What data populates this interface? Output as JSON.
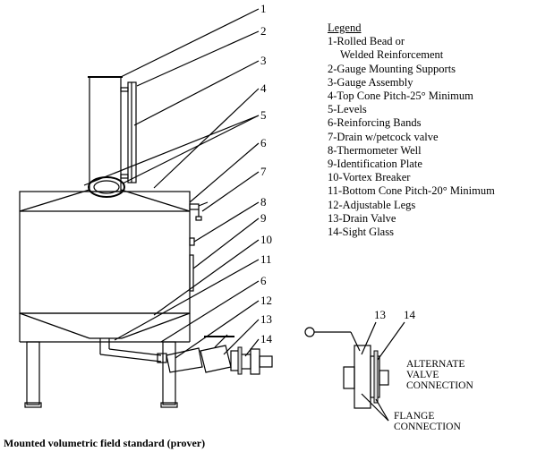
{
  "legend": {
    "title": "Legend",
    "items": [
      "1-Rolled Bead or",
      "Welded Reinforcement",
      "2-Gauge Mounting Supports",
      "3-Gauge Assembly",
      "4-Top Cone Pitch-25° Minimum",
      "5-Levels",
      "6-Reinforcing Bands",
      "7-Drain w/petcock valve",
      "8-Thermometer Well",
      "9-Identification Plate",
      "10-Vortex Breaker",
      "11-Bottom Cone Pitch-20° Minimum",
      "12-Adjustable Legs",
      "13-Drain  Valve",
      "14-Sight  Glass"
    ]
  },
  "callouts": [
    "1",
    "2",
    "3",
    "4",
    "5",
    "6",
    "7",
    "8",
    "9",
    "10",
    "11",
    "6",
    "12",
    "13",
    "14"
  ],
  "detail": {
    "label_13": "13",
    "label_14": "14",
    "alternate_line1": "ALTERNATE",
    "alternate_line2": "VALVE",
    "alternate_line3": "CONNECTION",
    "flange_line1": "FLANGE",
    "flange_line2": "CONNECTION"
  },
  "caption": "Mounted volumetric field standard (prover)"
}
